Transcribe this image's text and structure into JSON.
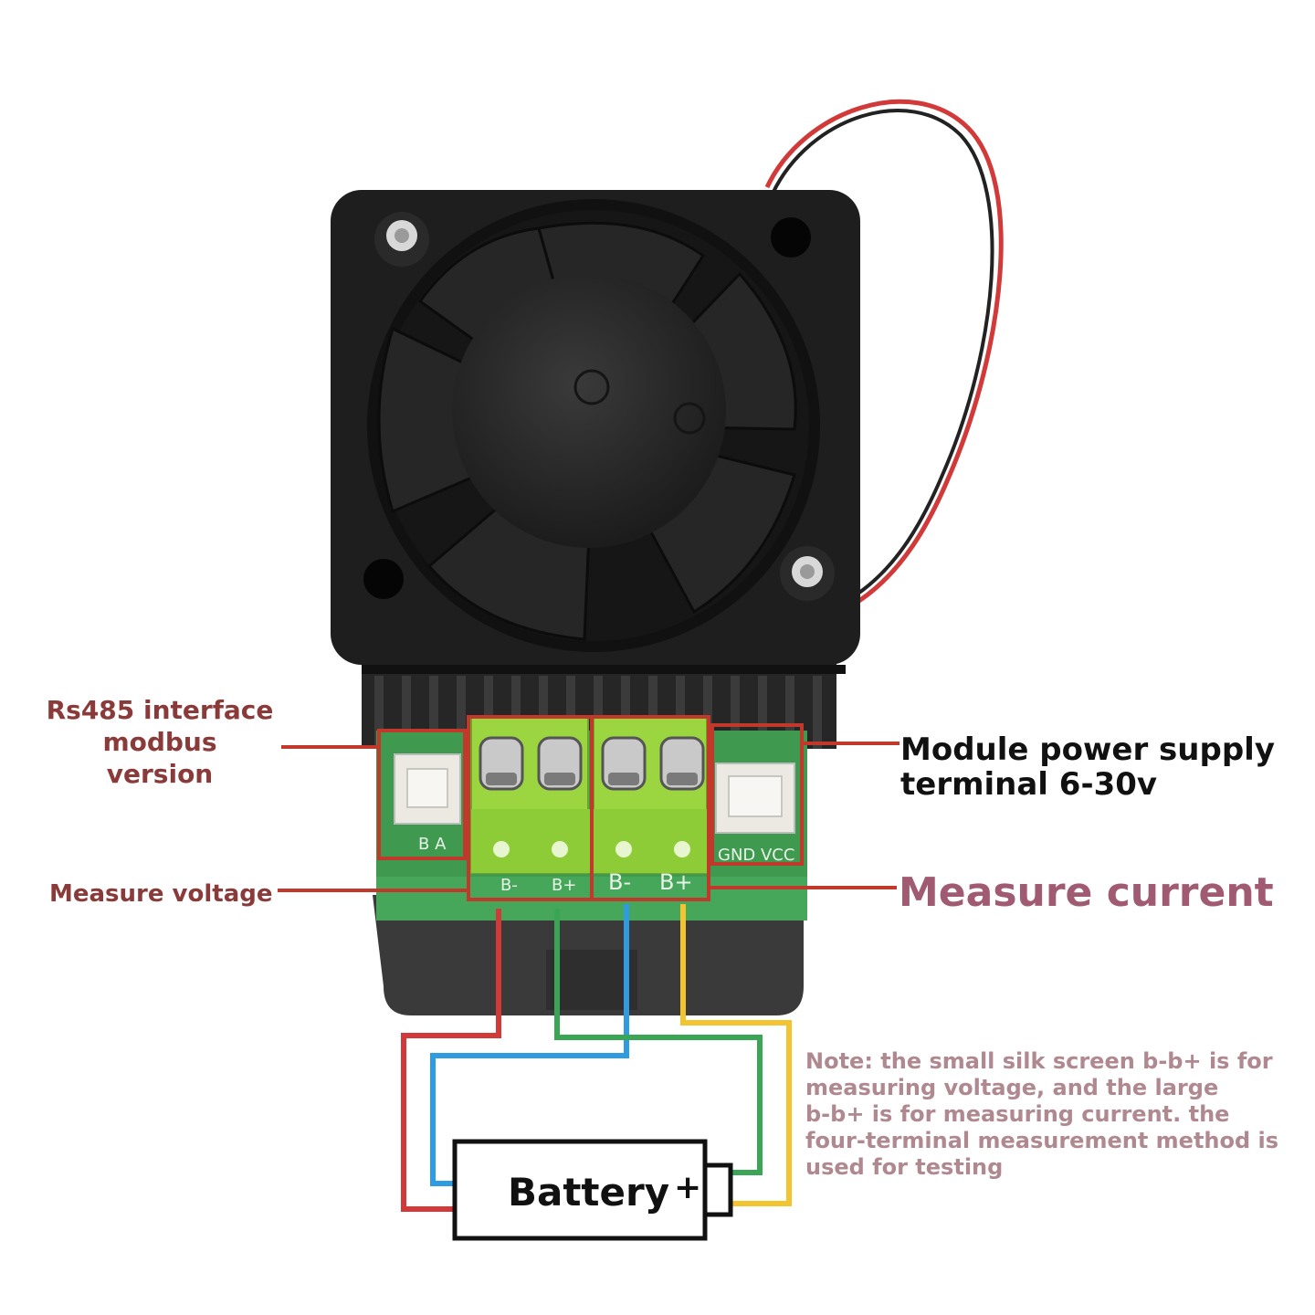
{
  "labels": {
    "rs485": [
      "Rs485 interface",
      "modbus",
      "version"
    ],
    "measure_voltage": "Measure voltage",
    "power_supply": [
      "Module power supply",
      "terminal 6-30v"
    ],
    "measure_current": "Measure current",
    "note": [
      "Note: the small silk screen b-b+ is for",
      "measuring voltage, and the large",
      "b-b+ is for measuring current. the",
      "four-terminal measurement method is",
      "used for testing"
    ],
    "battery": "Battery",
    "battery_plus": "+"
  },
  "silkscreen": {
    "rs485_pins": "B A",
    "power_pins": "GND VCC",
    "voltage_terminals": [
      "B-",
      "B+"
    ],
    "current_terminals": [
      "B-",
      "B+"
    ]
  },
  "colors": {
    "callout_red": "#c0392b",
    "wire_red": "#d23a3a",
    "wire_green": "#3aa655",
    "wire_blue": "#2f9be0",
    "wire_yellow": "#f2c530",
    "terminal_green": "#9bd640",
    "pcb_green": "#3f9a4f",
    "fan_black": "#1e1e1e"
  },
  "icons": [
    "fan-icon",
    "heatsink-icon",
    "battery-icon",
    "screw-terminal-icon"
  ]
}
